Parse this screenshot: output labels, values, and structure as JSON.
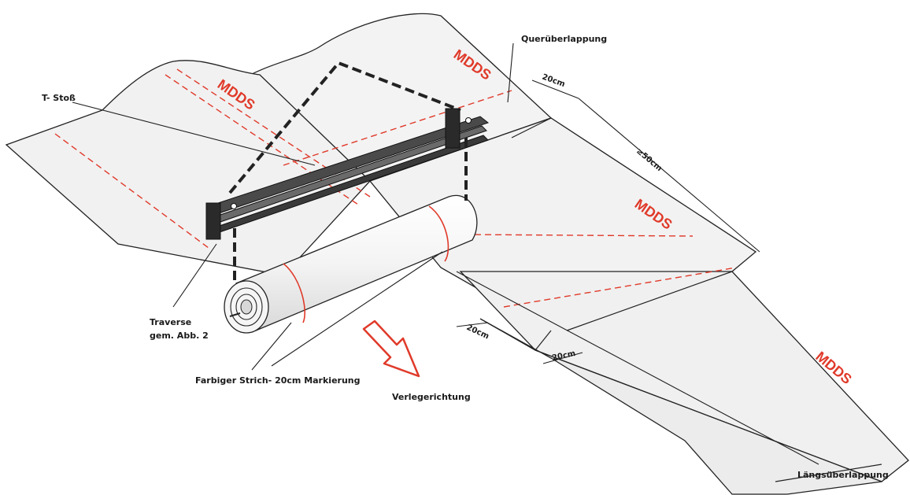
{
  "labels": {
    "querueberlappung": "Querüberlappung",
    "t_stoss": "T- Stoß",
    "traverse_line1": "Traverse",
    "traverse_line2": "gem. Abb. 2",
    "farbiger_strich": "Farbiger Strich- 20cm Markierung",
    "verlegerichtung": "Verlegerichtung",
    "laengsueberlappung": "Längsüberlappung"
  },
  "dimensions": {
    "top_20cm": "20cm",
    "min_50cm": "≥50cm",
    "left_20cm": "20cm",
    "mid_20cm": "20cm"
  },
  "brand": {
    "mark": "MDDS"
  },
  "colors": {
    "accent_red": "#e03a2a",
    "line": "#1f1f1f",
    "sheet": "#f2f2f2"
  }
}
